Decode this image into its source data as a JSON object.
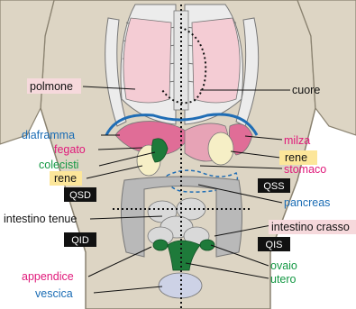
{
  "colors": {
    "skin": "#ddd5c4",
    "skin_outline": "#8a8270",
    "rib": "#ececec",
    "rib_outline": "#777777",
    "lung": "#f4ccd4",
    "heart": "#e7a3b6",
    "liver_pink": "#e06d97",
    "diaphragm": "#1f6db5",
    "gallbladder": "#1e7a3a",
    "kidney": "#f6efc6",
    "intestine": "#d9d9d9",
    "colon": "#b9b9b9",
    "reproductive": "#1e7a3a",
    "bladder": "#cdd2e6",
    "pink_label": "#e0197a",
    "green_label": "#149844",
    "blue_label": "#1a6cb4",
    "black_label": "#111111",
    "pink_box": "#f6d9dc",
    "yellow_box": "#fce69a",
    "quadrant_box": "#111111"
  },
  "labels": {
    "polmone": "polmone",
    "cuore": "cuore",
    "diaframma": "diaframma",
    "milza": "milza",
    "fegato": "fegato",
    "colecisti": "colecisti",
    "rene_left": "rene",
    "rene_right": "rene",
    "stomaco": "stomaco",
    "pancreas": "pancreas",
    "intestino_tenue": "intestino tenue",
    "intestino_crasso": "intestino crasso",
    "appendice": "appendice",
    "ovaio": "ovaio",
    "utero": "utero",
    "vescica": "vescica"
  },
  "quadrants": {
    "qsd": "QSD",
    "qss": "QSS",
    "qid": "QID",
    "qis": "QIS"
  }
}
